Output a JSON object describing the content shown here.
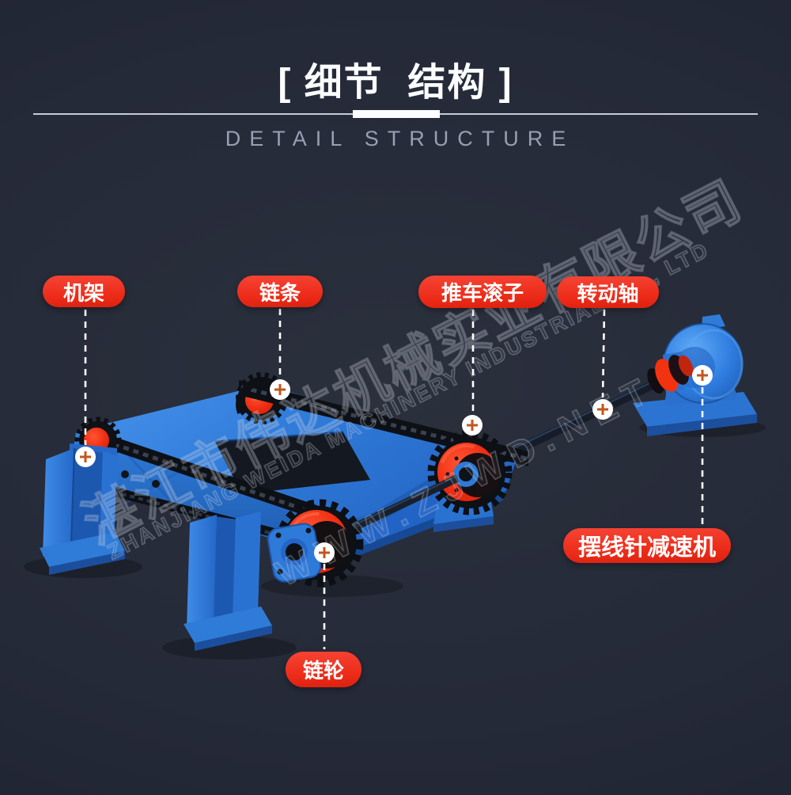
{
  "header": {
    "title": "[ 细节  结构 ]",
    "subtitle": "DETAIL STRUCTURE"
  },
  "callouts": [
    {
      "id": "frame",
      "text": "机架"
    },
    {
      "id": "chain",
      "text": "链条"
    },
    {
      "id": "cart-roller",
      "text": "推车滚子"
    },
    {
      "id": "rotating-shaft",
      "text": "转动轴"
    },
    {
      "id": "cycloidal-reducer",
      "text": "摆线针减速机"
    },
    {
      "id": "sprocket",
      "text": "链轮"
    }
  ],
  "watermark": {
    "company_cn": "湛江市伟达机械实业有限公司",
    "company_en": "ZHANJIANG WEIDA MACHINERY INDUSTRIAL CO., LTD",
    "site": "WWW.ZJWD.NET"
  },
  "colors": {
    "background": "#232837",
    "label_red": "#ee2c17",
    "machine_blue": "#2e7ad8",
    "sprocket_red": "#ee2d13",
    "divider_white": "#fcfdff",
    "subtitle_gray": "#97a0b3",
    "marker_plus_orange": "#c2561d"
  }
}
